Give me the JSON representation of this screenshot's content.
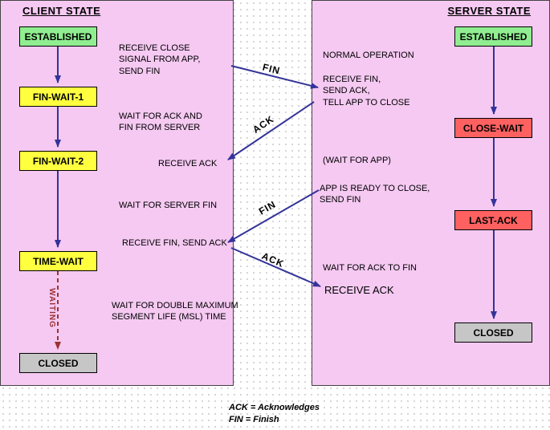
{
  "colors": {
    "panel_pink": "#F5C9F2",
    "arrow_blue": "#333399",
    "waiting_red": "#993333",
    "state_green": "#90EE90",
    "state_yellow": "#FFFF40",
    "state_red": "#FF6161",
    "state_gray": "#C6C6C6"
  },
  "client_panel": {
    "title": "CLIENT STATE",
    "states": {
      "established": "ESTABLISHED",
      "fin_wait_1": "FIN-WAIT-1",
      "fin_wait_2": "FIN-WAIT-2",
      "time_wait": "TIME-WAIT",
      "closed": "CLOSED"
    },
    "waiting_label": "WAITING"
  },
  "server_panel": {
    "title": "SERVER STATE",
    "states": {
      "established": "ESTABLISHED",
      "close_wait": "CLOSE-WAIT",
      "last_ack": "LAST-ACK",
      "closed": "CLOSED"
    }
  },
  "annotations": {
    "receive_close": "RECEIVE CLOSE\nSIGNAL FROM APP,\nSEND FIN",
    "normal_operation": "NORMAL OPERATION",
    "receive_fin": "RECEIVE FIN,\nSEND ACK,\nTELL APP TO CLOSE",
    "wait_ack_fin": "WAIT FOR ACK AND\nFIN FROM SERVER",
    "receive_ack_client": "RECEIVE ACK",
    "wait_for_app": "(WAIT FOR APP)",
    "wait_server_fin": "WAIT FOR SERVER FIN",
    "app_ready": "APP IS READY TO CLOSE,\nSEND FIN",
    "receive_fin_send_ack": "RECEIVE FIN, SEND ACK",
    "wait_ack_to_fin": "WAIT FOR ACK TO FIN",
    "receive_ack_server": "RECEIVE ACK",
    "wait_msl": "WAIT FOR DOUBLE MAXIMUM\nSEGMENT LIFE (MSL) TIME"
  },
  "messages": {
    "fin1": "FIN",
    "ack1": "ACK",
    "fin2": "FIN",
    "ack2": "ACK"
  },
  "legend": {
    "ack": "ACK = Acknowledges",
    "fin": "FIN = Finish"
  }
}
